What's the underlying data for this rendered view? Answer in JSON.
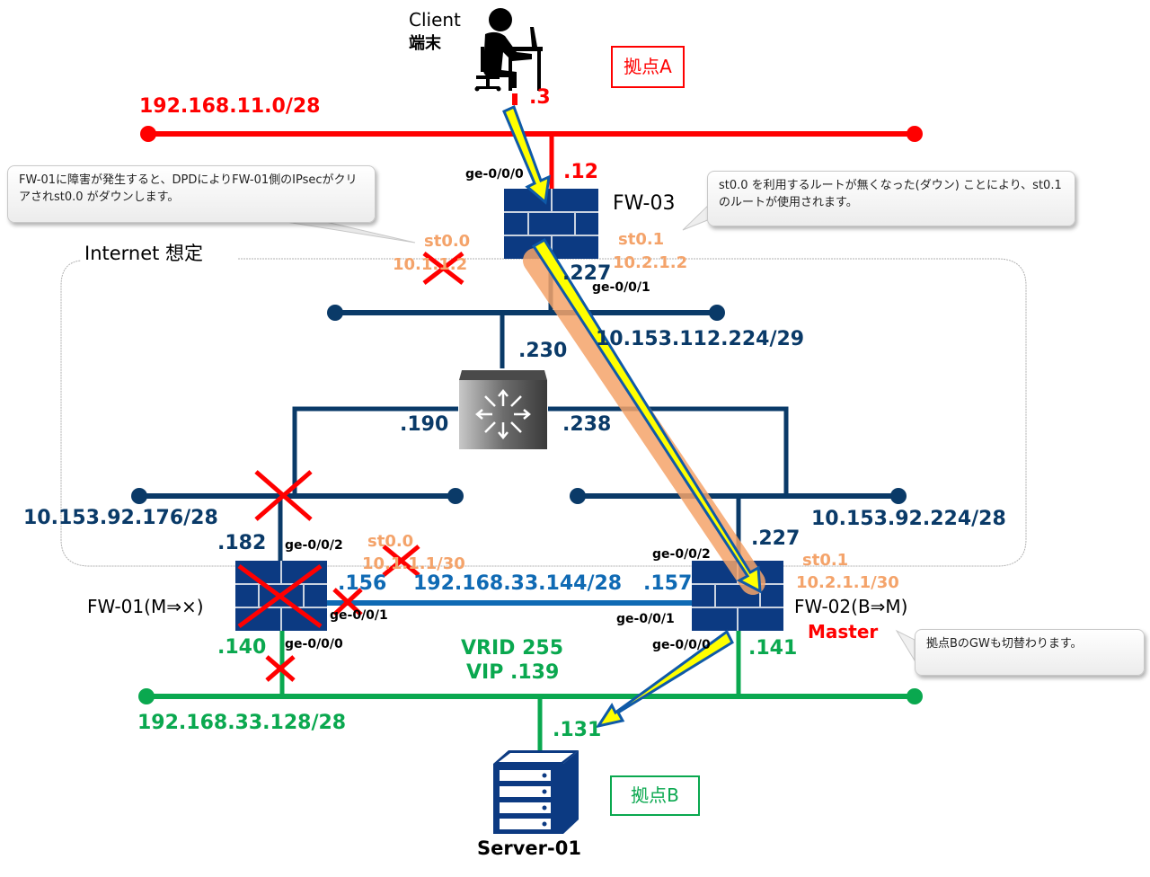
{
  "site_a": {
    "label": "拠点A",
    "subnet": "192.168.11.0/28",
    "client": {
      "label_line1": "Client",
      "label_line2": "端末",
      "ip": ".3"
    }
  },
  "fw03": {
    "name": "FW-03",
    "ge000_label": "ge-0/0/0",
    "ge000_ip": ".12",
    "ge001_label": "ge-0/0/1",
    "ge001_ip": ".227",
    "st00_name": "st0.0",
    "st00_ip": "10.1.1.2",
    "st01_name": "st0.1",
    "st01_ip": "10.2.1.2"
  },
  "internet": {
    "label": "Internet 想定",
    "top_subnet": "10.153.112.224/29",
    "router_top_ip": ".230",
    "router_left_ip": ".190",
    "router_right_ip": ".238",
    "left_subnet": "10.153.92.176/28",
    "right_subnet": "10.153.92.224/28"
  },
  "fw01": {
    "name": "FW-01(M⇒×)",
    "ge002_label": "ge-0/0/2",
    "ge002_ip": ".182",
    "ge001_label": "ge-0/0/1",
    "ge001_ip": ".156",
    "ge000_label": "ge-0/0/0",
    "ge000_ip": ".140",
    "st00_name": "st0.0",
    "st00_ip": "10.1.1.1/30"
  },
  "fw02": {
    "name": "FW-02(B⇒M)",
    "status": "Master",
    "ge002_label": "ge-0/0/2",
    "ge002_ip": ".227",
    "ge001_label": "ge-0/0/1",
    "ge001_ip": ".157",
    "ge000_label": "ge-0/0/0",
    "ge000_ip": ".141",
    "st01_name": "st0.1",
    "st01_ip": "10.2.1.1/30"
  },
  "ha_link": {
    "subnet": "192.168.33.144/28"
  },
  "site_b": {
    "label": "拠点B",
    "subnet": "192.168.33.128/28",
    "vrid": "VRID 255",
    "vip": "VIP .139",
    "server": {
      "name": "Server-01",
      "ip": ".131"
    }
  },
  "callouts": {
    "left": "FW-01に障害が発生すると、DPDによりFW-01側のIPsecがクリアされst0.0 がダウンします。",
    "right": "st0.0 を利用するルートが無くなった(ダウン) ことにより、st0.1 のルートが使用されます。",
    "bottom_right": "拠点BのGWも切替わります。"
  },
  "colors": {
    "site_a": "#ff0000",
    "internet": "#0a3a68",
    "ha_link": "#0f6ab4",
    "site_b": "#0aa84f",
    "tunnel": "#f4a36a",
    "firewall": "#0c3a82",
    "flow_arrow": "#ffff00"
  }
}
